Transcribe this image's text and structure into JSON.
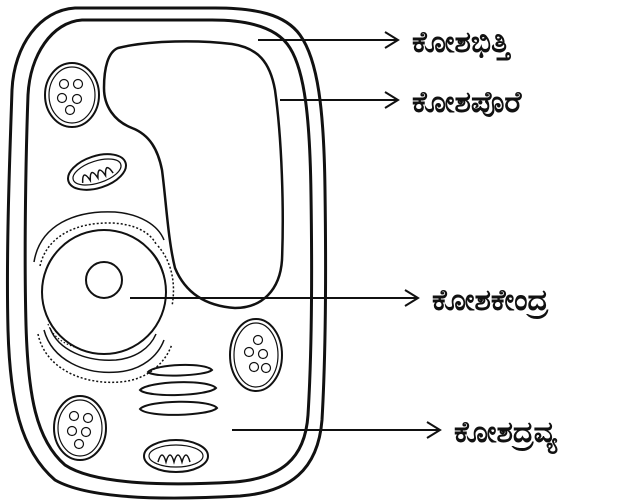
{
  "diagram": {
    "labels": {
      "cell_wall": "ಕೋಶಭಿತ್ತಿ",
      "cell_membrane": "ಕೋಶಪೊರೆ",
      "nucleus": "ಕೋಶಕೇಂದ್ರ",
      "cytoplasm": "ಕೋಶದ್ರವ್ಯ"
    },
    "colors": {
      "stroke": "#111111",
      "background": "#ffffff"
    }
  }
}
